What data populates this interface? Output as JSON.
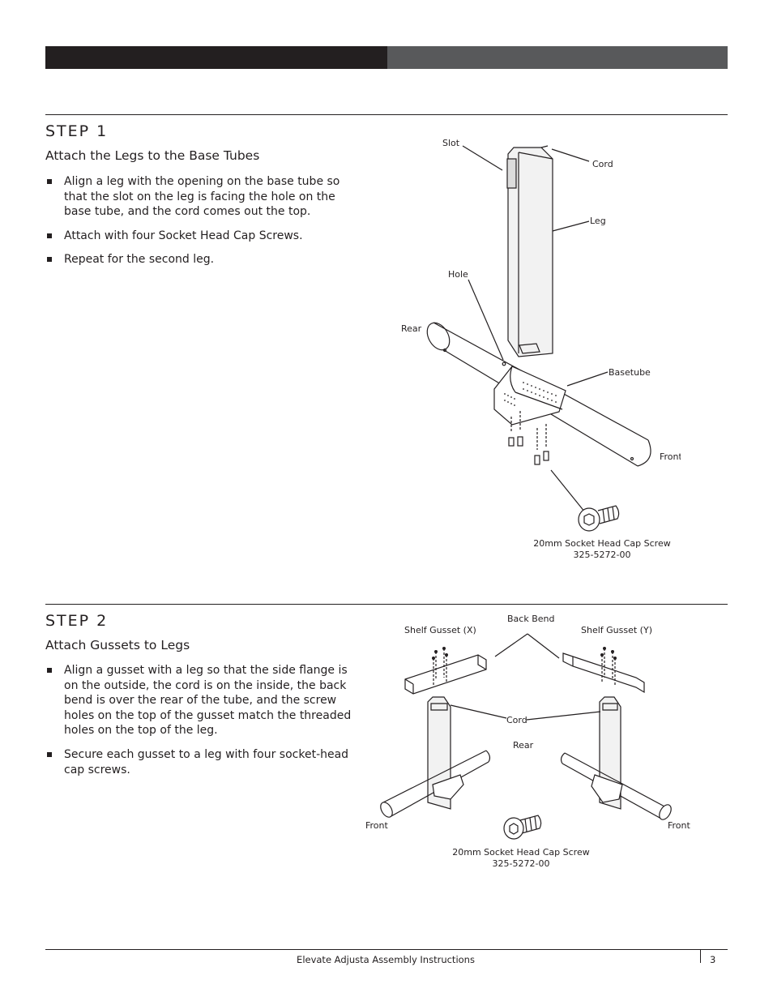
{
  "step1": {
    "title": "STEP 1",
    "subtitle": "Attach the Legs to the Base Tubes",
    "bullets": [
      "Align a leg with the opening on the base tube so that the slot on the leg is facing the hole on the base tube, and the cord comes out the top.",
      "Attach with four Socket Head Cap Screws.",
      "Repeat for the second leg."
    ],
    "labels": {
      "slot": "Slot",
      "cord": "Cord",
      "leg": "Leg",
      "hole": "Hole",
      "rear": "Rear",
      "basetube": "Basetube",
      "front": "Front",
      "screw_name": "20mm Socket Head Cap Screw",
      "screw_part": "325-5272-00"
    }
  },
  "step2": {
    "title": "STEP 2",
    "subtitle": "Attach Gussets to Legs",
    "bullets": [
      "Align a gusset with a leg so that the side flange is on the outside, the cord is on the inside, the back bend is over the rear of the tube, and the screw holes on the top of the gusset match the threaded holes on the top of the leg.",
      "Secure each gusset to a leg with four socket-head cap screws."
    ],
    "labels": {
      "back_bend": "Back Bend",
      "shelf_gusset_x": "Shelf Gusset (X)",
      "shelf_gusset_y": "Shelf Gusset (Y)",
      "cord": "Cord",
      "rear": "Rear",
      "front_left": "Front",
      "front_right": "Front",
      "screw_name": "20mm Socket Head Cap Screw",
      "screw_part": "325-5272-00"
    }
  },
  "footer": {
    "title": "Elevate Adjusta Assembly Instructions",
    "page_number": "3"
  },
  "colors": {
    "header_dark": "#231f20",
    "header_grey": "#58595b",
    "text": "#231f20"
  }
}
